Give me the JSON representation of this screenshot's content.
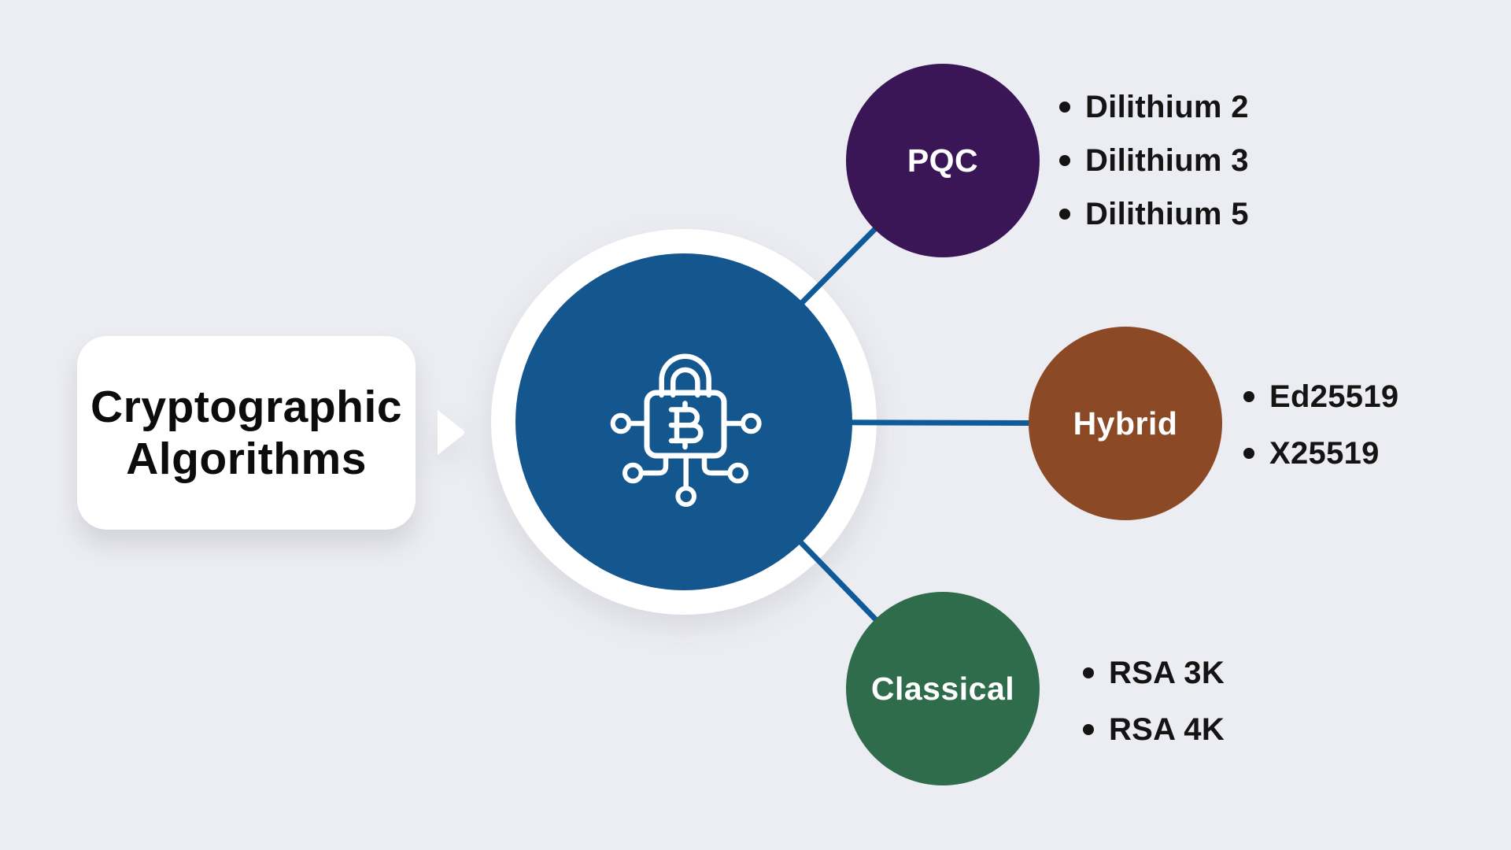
{
  "background_color": "#ECEDF2",
  "bubble": {
    "text": "Cryptographic Algorithms",
    "fill": "#FFFFFF",
    "text_color": "#0C0C0C"
  },
  "center": {
    "icon": "bitcoin-lock-circuit-icon",
    "fill": "#14568E",
    "ring_fill": "#FFFFFF",
    "icon_color": "#FFFFFF"
  },
  "connector_color": "#0F5A99",
  "list_text_color": "#141414",
  "nodes": [
    {
      "label": "PQC",
      "fill": "#3A1657",
      "label_color": "#FFFFFF",
      "items": [
        "Dilithium 2",
        "Dilithium 3",
        "Dilithium 5"
      ]
    },
    {
      "label": "Hybrid",
      "fill": "#8B4A25",
      "label_color": "#FFFFFF",
      "items": [
        "Ed25519",
        "X25519"
      ]
    },
    {
      "label": "Classical",
      "fill": "#2E6C4B",
      "label_color": "#FFFFFF",
      "items": [
        "RSA 3K",
        "RSA 4K"
      ]
    }
  ]
}
